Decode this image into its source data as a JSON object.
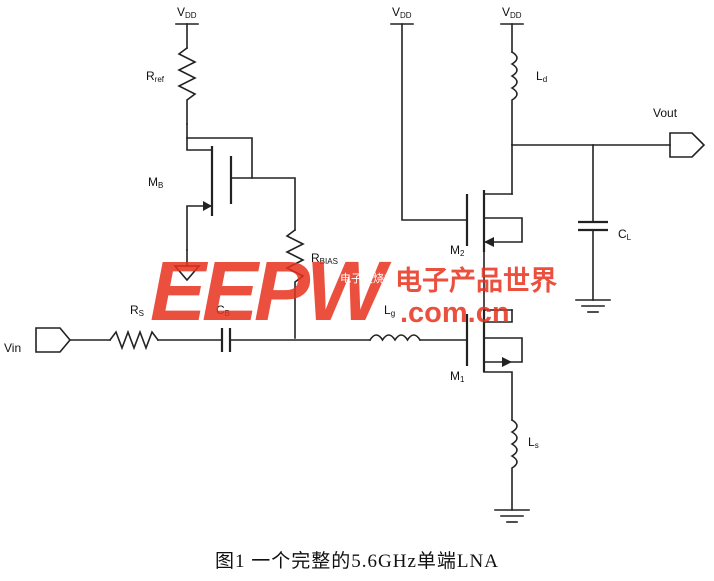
{
  "labels": {
    "vdd_left_main": "V",
    "vdd_left_sub": "DD",
    "vdd_mid_main": "V",
    "vdd_mid_sub": "DD",
    "vdd_right_main": "V",
    "vdd_right_sub": "DD",
    "rref_main": "R",
    "rref_sub": "ref",
    "mb_main": "M",
    "mb_sub": "B",
    "rbias_main": "R",
    "rbias_sub": "BIAS",
    "rs_main": "R",
    "rs_sub": "S",
    "cb_main": "C",
    "cb_sub": "B",
    "lg_main": "L",
    "lg_sub": "g",
    "m2_main": "M",
    "m2_sub": "2",
    "m1_main": "M",
    "m1_sub": "1",
    "ld_main": "L",
    "ld_sub": "d",
    "ls_main": "L",
    "ls_sub": "s",
    "cl_main": "C",
    "cl_sub": "L",
    "vout": "Vout",
    "vin": "Vin"
  },
  "watermark": {
    "logo": "EEPW",
    "chinese": "电子产品世界",
    "domain": ".com.cn",
    "small": "电子发烧友"
  },
  "caption": "图1 一个完整的5.6GHz单端LNA",
  "colors": {
    "wire": "#222222",
    "watermark": "#e8321e"
  }
}
